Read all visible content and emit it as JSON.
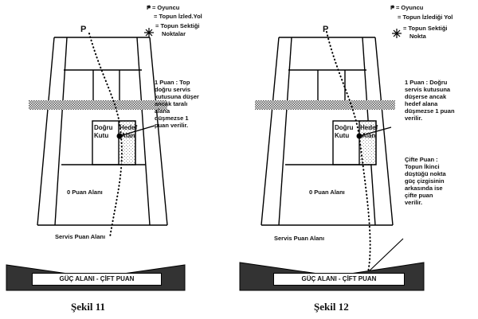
{
  "figure_left": {
    "player_marker": "P",
    "legend": {
      "player": "P = Oyuncu",
      "path": "= Topun İzled.Yol",
      "bounce_line1": "= Topun Sektiği",
      "bounce_line2": "Noktalar"
    },
    "note": [
      "1 Puan : Top",
      "doğru servis",
      "kutusuna düşer",
      "ancak taralı",
      "alana",
      "düşmezse 1",
      "puan verilir."
    ],
    "box_left": [
      "Doğru",
      "Kutu"
    ],
    "box_right": [
      "Hedef",
      "Alan"
    ],
    "zero_zone": "0 Puan Alanı",
    "serve_zone": "Servis Puan Alanı",
    "power_zone": "GÜÇ ALANI - ÇİFT PUAN",
    "caption": "Şekil 11"
  },
  "figure_right": {
    "player_marker": "P",
    "legend": {
      "player": "P = Oyuncu",
      "path": "= Topun İzlediği Yol",
      "bounce_line1": "= Topun Sektiği",
      "bounce_line2": "Nokta"
    },
    "note": [
      "1 Puan : Doğru",
      "servis kutusuna",
      "düşerse ancak",
      "hedef alana",
      "düşmezse 1 puan",
      "verilir."
    ],
    "box_left": [
      "Doğru",
      "Kutu"
    ],
    "box_right": [
      "Hedef",
      "Alan"
    ],
    "double_note": [
      "Çifte Puan :",
      "Topun İkinci",
      "düştüğü nokta",
      "güç çizgisinin",
      "arkasında ise",
      "çifte puan",
      "verilir."
    ],
    "zero_zone": "0 Puan Alanı",
    "serve_zone": "Servis Puan Alanı",
    "power_zone": "GÜÇ ALANI - ÇİFT PUAN",
    "caption": "Şekil 12"
  }
}
